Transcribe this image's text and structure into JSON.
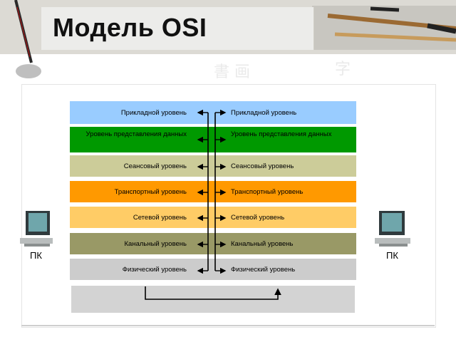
{
  "slide": {
    "title": "Модель OSI"
  },
  "diagram": {
    "layers": [
      {
        "left": "Прикладной уровень",
        "right": "Прикладной уровень",
        "color": "#99ccff"
      },
      {
        "left": "Уровень представления данных",
        "right": "Уровень представления данных",
        "color": "#009900"
      },
      {
        "left": "Сеансовый уровень",
        "right": "Сеансовый уровень",
        "color": "#cccc99"
      },
      {
        "left": "Транспортный уровень",
        "right": "Транспортный уровень",
        "color": "#ff9900"
      },
      {
        "left": "Сетевой уровень",
        "right": "Сетевой уровень",
        "color": "#ffcc66"
      },
      {
        "left": "Канальный уровень",
        "right": "Канальный уровень",
        "color": "#999966"
      },
      {
        "left": "Физический уровень",
        "right": "Физический уровень",
        "color": "#cccccc"
      }
    ],
    "left_pc_label": "ПК",
    "right_pc_label": "ПК",
    "media_color": "#d3d3d3"
  }
}
